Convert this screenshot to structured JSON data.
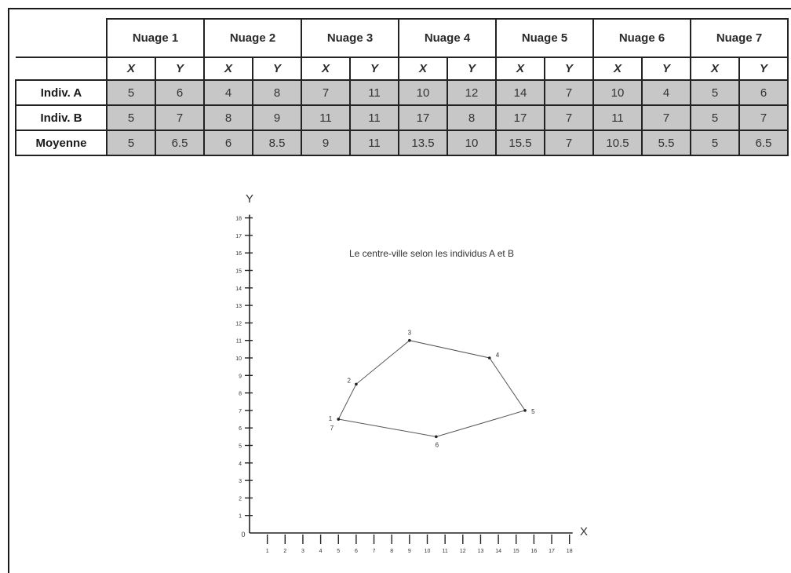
{
  "table": {
    "clouds": [
      "Nuage 1",
      "Nuage 2",
      "Nuage 3",
      "Nuage 4",
      "Nuage 5",
      "Nuage 6",
      "Nuage 7"
    ],
    "axis_labels": [
      "X",
      "Y"
    ],
    "rows": [
      {
        "label": "Indiv. A",
        "values": [
          "5",
          "6",
          "4",
          "8",
          "7",
          "11",
          "10",
          "12",
          "14",
          "7",
          "10",
          "4",
          "5",
          "6"
        ]
      },
      {
        "label": "Indiv. B",
        "values": [
          "5",
          "7",
          "8",
          "9",
          "11",
          "11",
          "17",
          "8",
          "17",
          "7",
          "11",
          "7",
          "5",
          "7"
        ]
      },
      {
        "label": "Moyenne",
        "values": [
          "5",
          "6.5",
          "6",
          "8.5",
          "9",
          "11",
          "13.5",
          "10",
          "15.5",
          "7",
          "10.5",
          "5.5",
          "5",
          "6.5"
        ]
      }
    ]
  },
  "chart_data": {
    "type": "line",
    "title": "Le centre-ville selon les individus A et B",
    "xlabel": "X",
    "ylabel": "Y",
    "xlim": [
      0,
      18
    ],
    "ylim": [
      0,
      18
    ],
    "x_ticks": [
      1,
      2,
      3,
      4,
      5,
      6,
      7,
      8,
      9,
      10,
      11,
      12,
      13,
      14,
      15,
      16,
      17,
      18
    ],
    "y_ticks": [
      1,
      2,
      3,
      4,
      5,
      6,
      7,
      8,
      9,
      10,
      11,
      12,
      13,
      14,
      15,
      16,
      17,
      18
    ],
    "origin_label": "0",
    "closed": true,
    "points": [
      {
        "x": 5,
        "y": 6.5,
        "label": "1"
      },
      {
        "x": 6,
        "y": 8.5,
        "label": "2"
      },
      {
        "x": 9,
        "y": 11,
        "label": "3"
      },
      {
        "x": 13.5,
        "y": 10,
        "label": "4"
      },
      {
        "x": 15.5,
        "y": 7,
        "label": "5"
      },
      {
        "x": 10.5,
        "y": 5.5,
        "label": "6"
      },
      {
        "x": 5,
        "y": 6.5,
        "label": "7"
      }
    ]
  }
}
